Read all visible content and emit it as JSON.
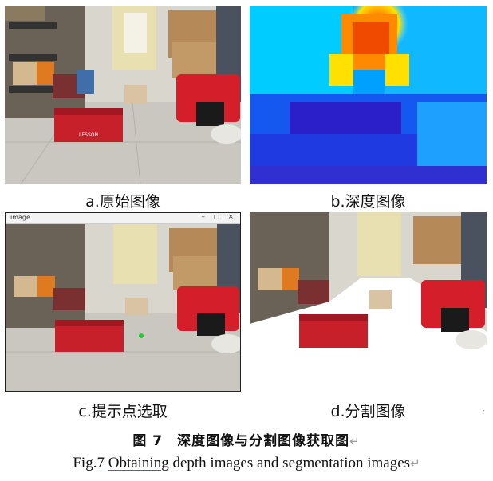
{
  "panels": {
    "a": {
      "caption": "a.原始图像"
    },
    "b": {
      "caption": "b.深度图像"
    },
    "c": {
      "caption": "c.提示点选取",
      "window_title": "image"
    },
    "d": {
      "caption": "d.分割图像"
    }
  },
  "box_label": "LESSON",
  "figure": {
    "title": "图 7　深度图像与分割图像获取图",
    "caption_prefix": "Fig.7",
    "caption_underlined": "Obtaining",
    "caption_rest": " depth images and segmentation images",
    "return_mark": "↵"
  },
  "colors": {
    "box_red": "#c8202a",
    "depth_far": "#e04000",
    "depth_near": "#2a1fc8",
    "prompt_point": "#22cc33"
  }
}
